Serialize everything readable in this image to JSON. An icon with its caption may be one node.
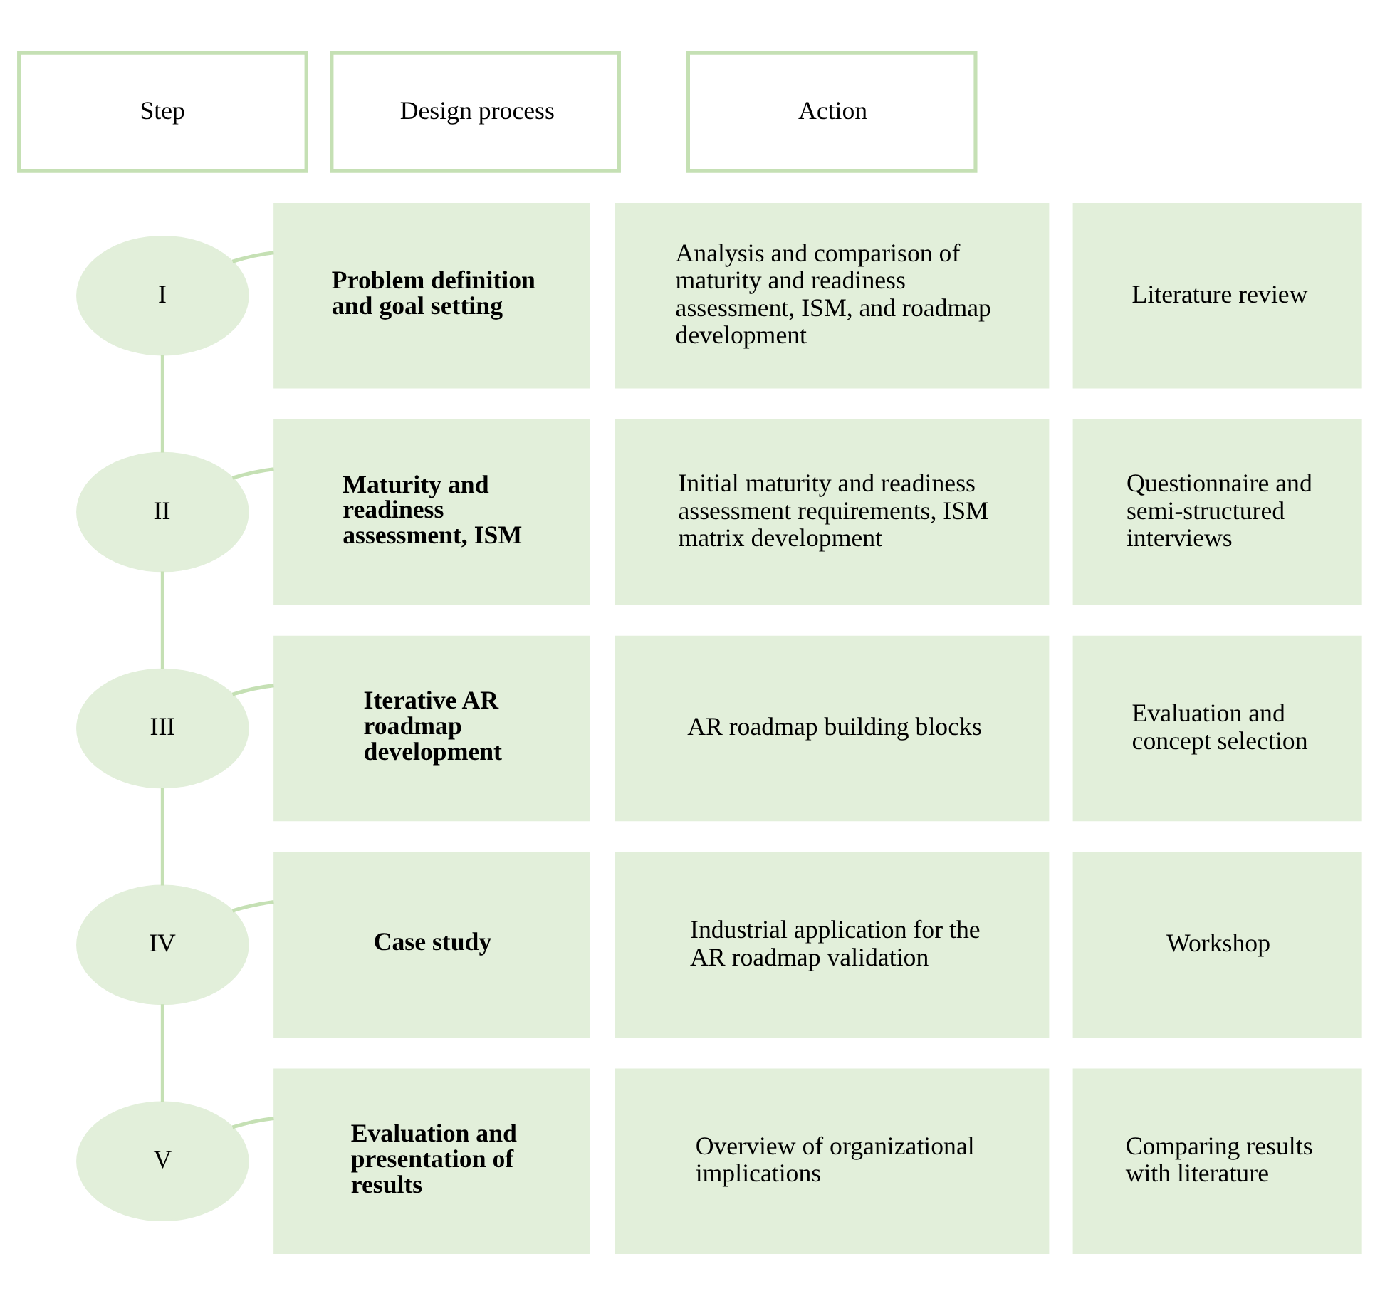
{
  "diagram": {
    "nodes": [
      {
        "text": [
          "Step"
        ]
      },
      {
        "text": [
          "Design process"
        ]
      },
      {
        "text": [
          "Action"
        ]
      },
      {
        "text": [
          "I"
        ]
      },
      {
        "text": [
          "Problem definition and goal setting"
        ]
      },
      {
        "text": [
          "Analysis and comparison of maturity and readiness assessment, ISM, and roadmap development"
        ]
      },
      {
        "text": [
          "Literature review"
        ]
      },
      {
        "text": [
          "II"
        ]
      },
      {
        "text": [
          "Maturity and readiness assessment, ISM"
        ]
      },
      {
        "text": [
          "Initial maturity and readiness assessment requirements, ISM matrix development"
        ]
      },
      {
        "text": [
          "Questionnaire and semi-structured interviews"
        ]
      },
      {
        "text": [
          "III"
        ]
      },
      {
        "text": [
          "Iterative AR roadmap development"
        ]
      },
      {
        "text": [
          "AR roadmap building blocks"
        ]
      },
      {
        "text": [
          "Evaluation and concept selection"
        ]
      },
      {
        "text": [
          "IV"
        ]
      },
      {
        "text": [
          "Case study"
        ]
      },
      {
        "text": [
          "Industrial application for the AR roadmap validation"
        ]
      },
      {
        "text": [
          "Workshop"
        ]
      },
      {
        "text": [
          "V"
        ]
      },
      {
        "text": [
          "Evaluation and presentation of results"
        ]
      },
      {
        "text": [
          "Overview of organizational implications"
        ]
      },
      {
        "text": [
          "Comparing results with literature"
        ]
      }
    ],
    "edges": [
      {
        "from": 3,
        "to": 4,
        "arrow": "none"
      },
      {
        "from": 3,
        "to": 7,
        "arrow": "none"
      },
      {
        "from": 7,
        "to": 8,
        "arrow": "none"
      },
      {
        "from": 7,
        "to": 11,
        "arrow": "none"
      },
      {
        "from": 11,
        "to": 12,
        "arrow": "none"
      },
      {
        "from": 11,
        "to": 15,
        "arrow": "none"
      },
      {
        "from": 15,
        "to": 16,
        "arrow": "none"
      },
      {
        "from": 15,
        "to": 19,
        "arrow": "none"
      },
      {
        "from": 19,
        "to": 20,
        "arrow": "none"
      }
    ]
  }
}
